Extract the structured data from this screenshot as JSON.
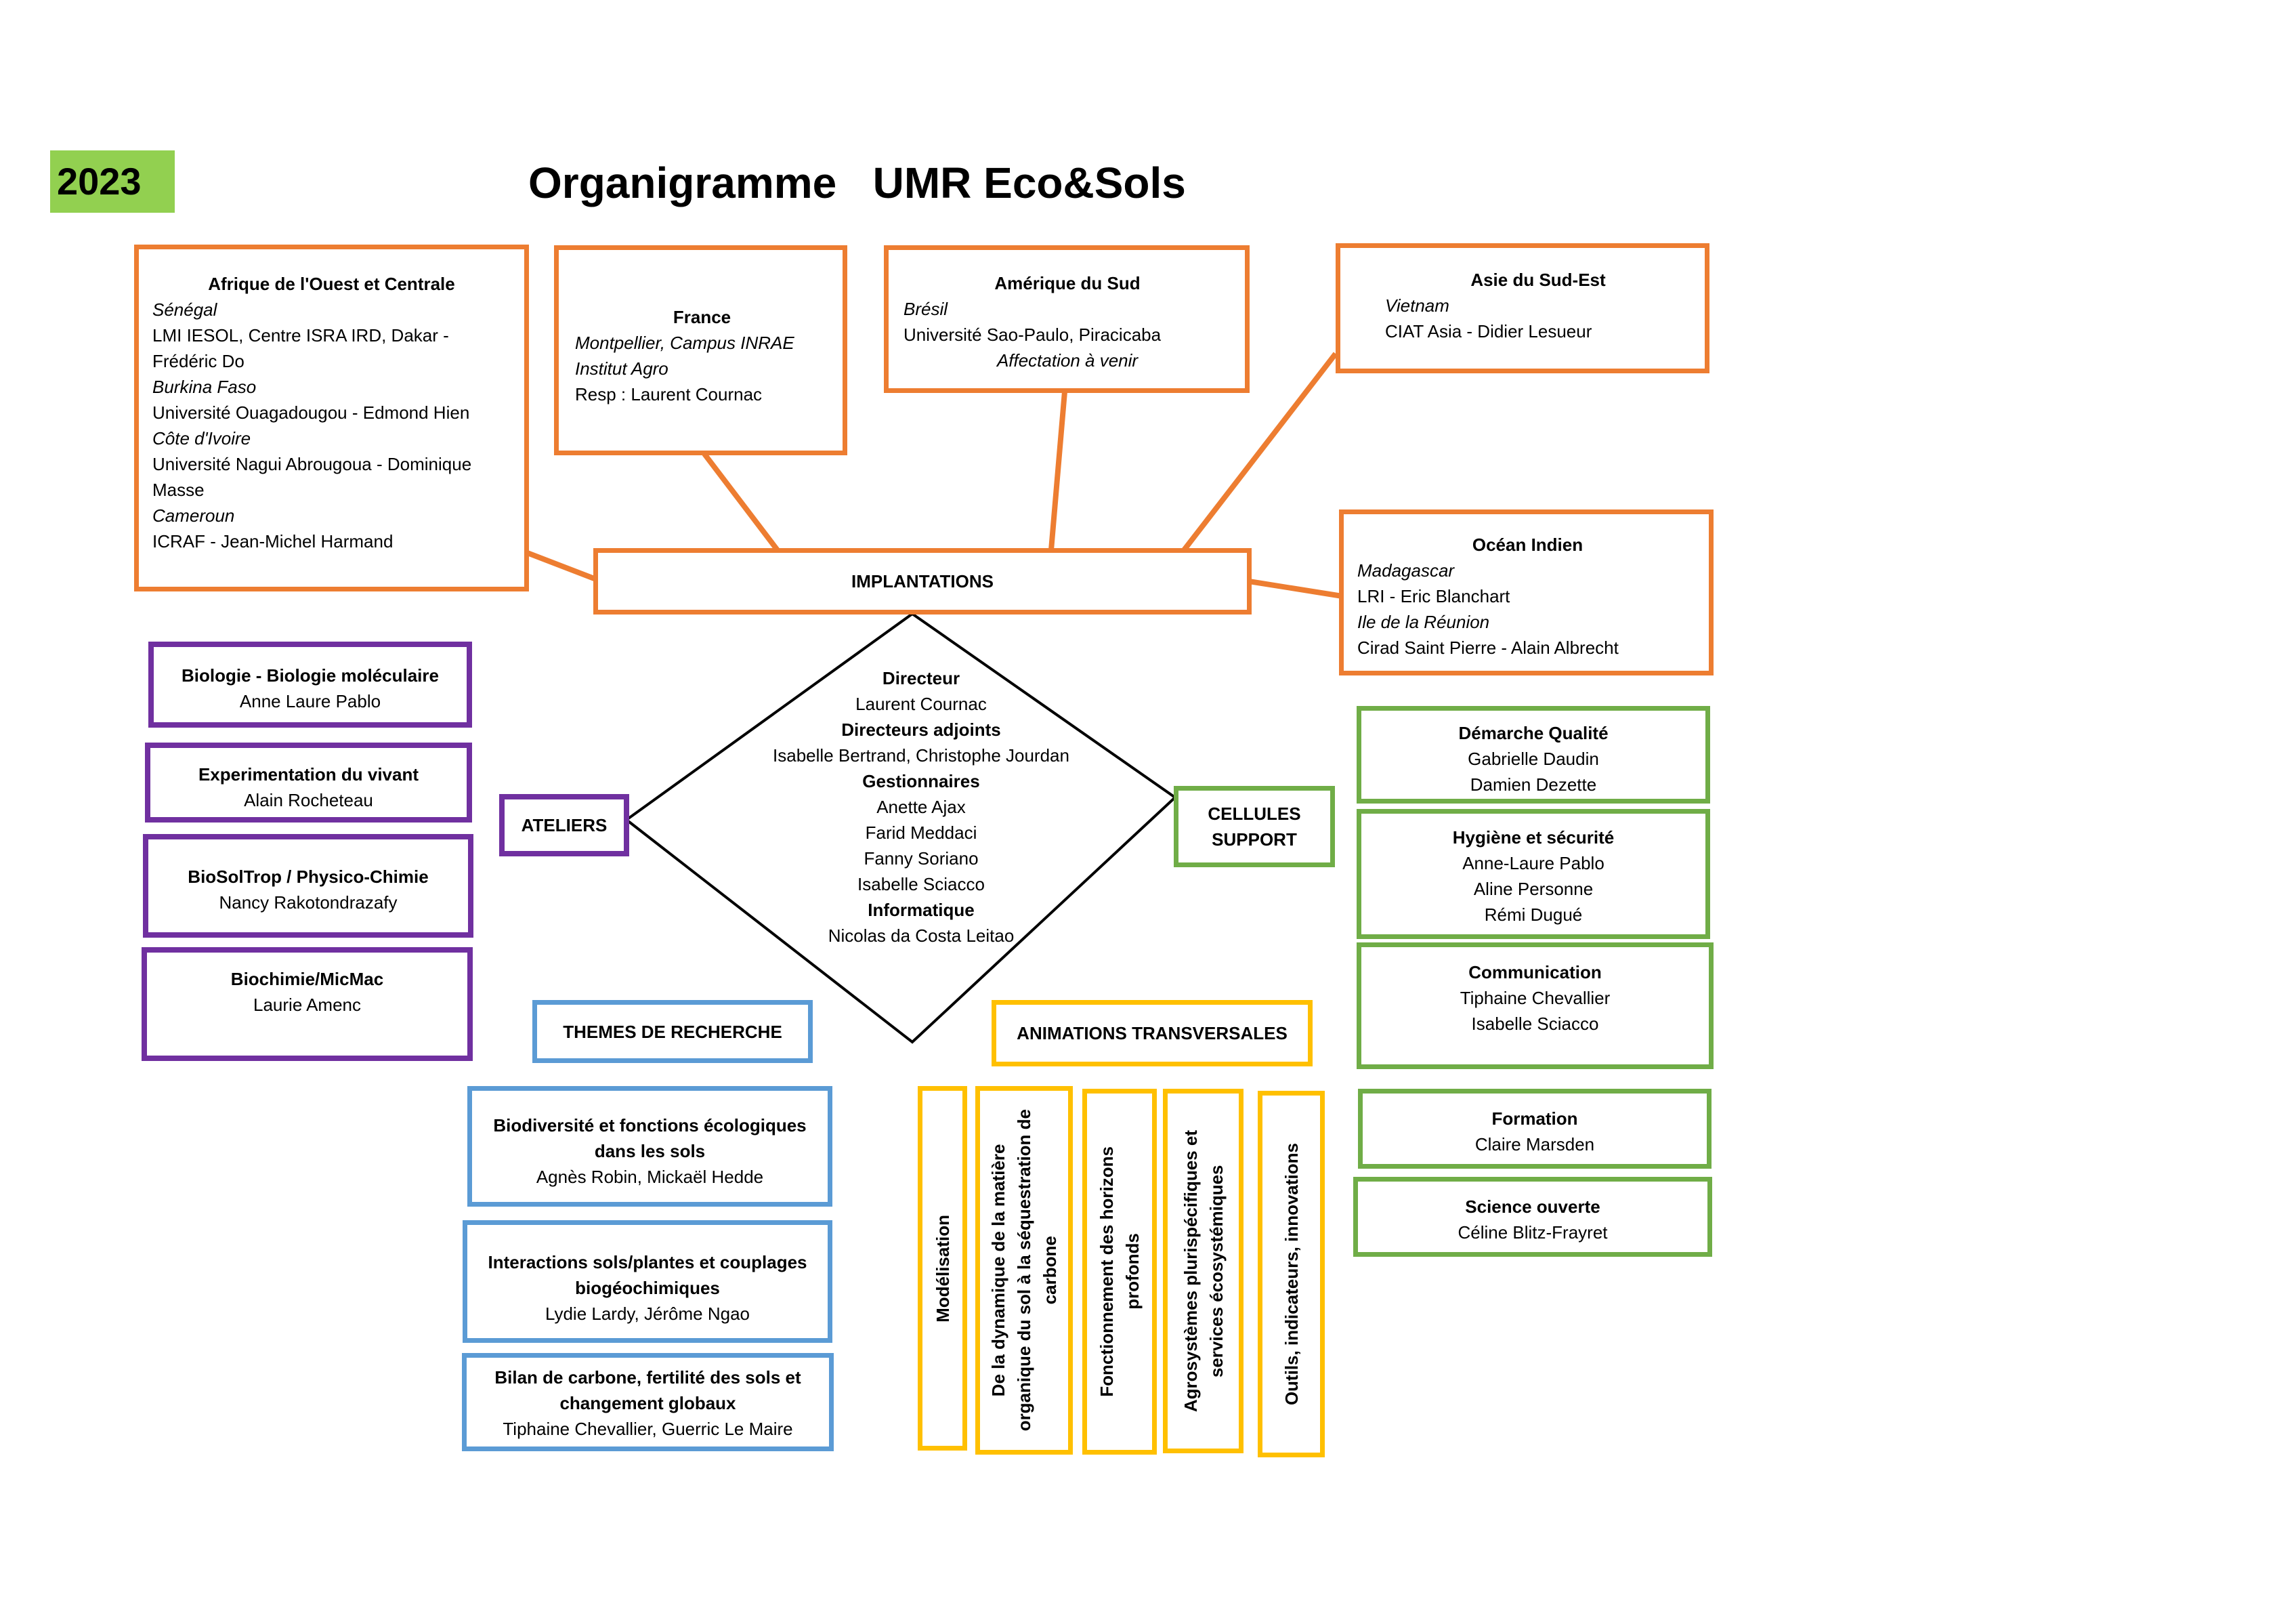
{
  "year": "2023",
  "title": "Organigramme   UMR Eco&Sols",
  "colors": {
    "implantations": "#ED7D31",
    "ateliers": "#7030A0",
    "themes": "#5B9BD5",
    "cellules": "#70AD47",
    "animations": "#FFC000",
    "year_bg": "#92D050"
  },
  "implantations": {
    "label": "IMPLANTATIONS",
    "afrique": {
      "title": "Afrique de l'Ouest et Centrale",
      "l1": "Sénégal",
      "l2": "LMI IESOL, Centre ISRA IRD, Dakar -",
      "l3": "Frédéric Do",
      "l4": "Burkina Faso",
      "l5": "Université Ouagadougou - Edmond Hien",
      "l6": "Côte d'Ivoire",
      "l7": "Université Nagui Abrougoua - Dominique",
      "l8": "Masse",
      "l9": "Cameroun",
      "l10": "ICRAF - Jean-Michel Harmand"
    },
    "france": {
      "title": "France",
      "l1": "Montpellier, Campus INRAE",
      "l2": "Institut Agro",
      "l3": "Resp : Laurent Cournac"
    },
    "amerique": {
      "title": "Amérique du Sud",
      "l1": "Brésil",
      "l2": "Université Sao-Paulo, Piracicaba",
      "l3": "Affectation à venir"
    },
    "asie": {
      "title": "Asie du Sud-Est",
      "l1": "Vietnam",
      "l2": "CIAT Asia - Didier Lesueur"
    },
    "ocean": {
      "title": "Océan Indien",
      "l1": "Madagascar",
      "l2": "LRI - Eric Blanchart",
      "l3": "Ile de la Réunion",
      "l4": "Cirad Saint Pierre - Alain Albrecht"
    }
  },
  "direction": {
    "h1": "Directeur",
    "n1": "Laurent Cournac",
    "h2": "Directeurs adjoints",
    "n2": "Isabelle Bertrand, Christophe Jourdan",
    "h3": "Gestionnaires",
    "n3a": "Anette Ajax",
    "n3b": "Farid Meddaci",
    "n3c": "Fanny Soriano",
    "n3d": "Isabelle Sciacco",
    "h4": "Informatique",
    "n4": "Nicolas da Costa Leitao"
  },
  "ateliers": {
    "label": "ATELIERS",
    "items": [
      {
        "title": "Biologie - Biologie moléculaire",
        "name": "Anne Laure Pablo"
      },
      {
        "title": "Experimentation du vivant",
        "name": "Alain Rocheteau"
      },
      {
        "title": "BioSolTrop / Physico-Chimie",
        "name": "Nancy Rakotondrazafy"
      },
      {
        "title": "Biochimie/MicMac",
        "name": "Laurie Amenc"
      }
    ]
  },
  "cellules": {
    "label1": "CELLULES",
    "label2": "SUPPORT",
    "qualite": {
      "title": "Démarche Qualité",
      "n1": "Gabrielle Daudin",
      "n2": "Damien Dezette"
    },
    "hygiene": {
      "title": "Hygiène et sécurité",
      "n1": "Anne-Laure Pablo",
      "n2": "Aline Personne",
      "n3": "Rémi Dugué"
    },
    "communication": {
      "title": "Communication",
      "n1": "Tiphaine Chevallier",
      "n2": "Isabelle Sciacco"
    },
    "formation": {
      "title": "Formation",
      "n1": "Claire Marsden"
    },
    "science": {
      "title": "Science ouverte",
      "n1": "Céline Blitz-Frayret"
    }
  },
  "themes": {
    "label": "THEMES DE RECHERCHE",
    "t1": {
      "l1": "Biodiversité et fonctions écologiques",
      "l2": "dans les sols",
      "names": "Agnès Robin, Mickaël Hedde"
    },
    "t2": {
      "l1": "Interactions sols/plantes et couplages",
      "l2": "biogéochimiques",
      "names": "Lydie Lardy, Jérôme Ngao"
    },
    "t3": {
      "l1": "Bilan de carbone, fertilité des sols et",
      "l2": "changement globaux",
      "names": "Tiphaine Chevallier, Guerric Le Maire"
    }
  },
  "animations": {
    "label": "ANIMATIONS TRANSVERSALES",
    "a1": {
      "l1": "Modélisation"
    },
    "a2": {
      "l1": "De la dynamique de la matière",
      "l2": "organique du sol à la séquestration de",
      "l3": "carbone"
    },
    "a3": {
      "l1": "Fonctionnement des horizons",
      "l2": "profonds"
    },
    "a4": {
      "l1": "Agrosystèmes plurispécifiques et",
      "l2": "services écosystémiques"
    },
    "a5": {
      "l1": "Outils, indicateurs, innovations"
    }
  }
}
